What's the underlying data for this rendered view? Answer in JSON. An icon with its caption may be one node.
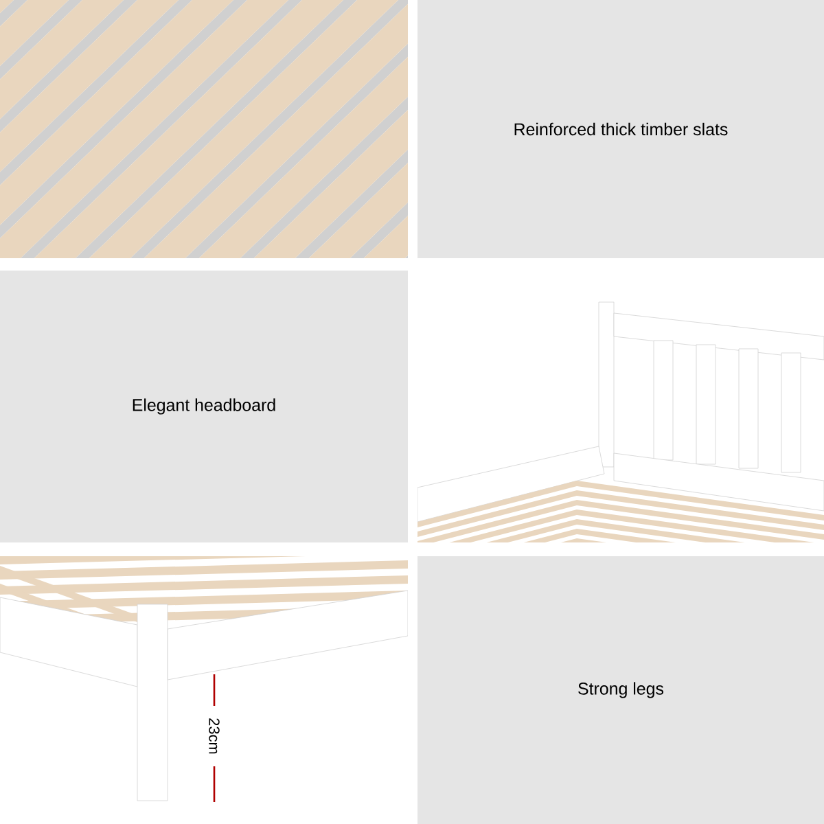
{
  "diagram": {
    "nodes": [
      {
        "text": [
          "Reinforced thick timber slats"
        ]
      },
      {
        "text": [
          "Elegant headboard"
        ]
      },
      {
        "text": [
          "Strong legs"
        ]
      }
    ],
    "labels": [
      "23cm"
    ]
  }
}
